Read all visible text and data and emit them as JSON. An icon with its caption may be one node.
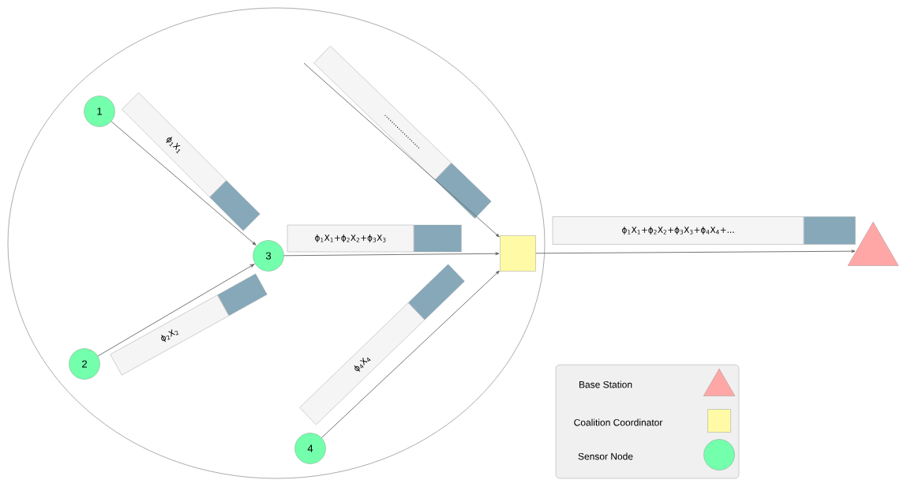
{
  "diagram": {
    "nodes": [
      {
        "text": [],
        "shape": "ellipse"
      },
      {
        "text": [
          "1"
        ],
        "in": 0
      },
      {
        "text": [
          "2"
        ],
        "in": 0
      },
      {
        "text": [
          "3"
        ],
        "in": 0
      },
      {
        "text": [
          "4"
        ],
        "in": 0
      },
      {
        "text": [],
        "shape": "box",
        "in": 0
      },
      {
        "text": [],
        "shape": "triangle"
      },
      {
        "text": [
          "ϕ$_{1}$X$_{1}$"
        ],
        "in": 0
      },
      {
        "text": [
          "ϕ$_{2}$X$_{2}$"
        ],
        "in": 0
      },
      {
        "text": [],
        "shape": "bar",
        "in": 0
      },
      {
        "text": [
          "ϕ$_{1}$X$_{1}$+ϕ$_{2}$X$_{2}$+ϕ$_{3}$X$_{3}$"
        ],
        "in": 0
      },
      {
        "text": [
          "ϕ$_{4}$X$_{4}$"
        ],
        "in": 0
      },
      {
        "text": [
          "ϕ$_{1}$X$_{1}$+ϕ$_{2}$X$_{2}$+ϕ$_{3}$X$_{3}$+ϕ$_{4}$X$_{4}$+..."
        ]
      }
    ],
    "edges": [
      {
        "from": 1,
        "to": 3,
        "arrow": "to"
      },
      {
        "from": 2,
        "to": 3,
        "arrow": "to"
      },
      {
        "from": 3,
        "to": 5,
        "arrow": "to"
      },
      {
        "from": null,
        "to": 5,
        "arrow": "to"
      },
      {
        "from": 4,
        "to": 5,
        "arrow": "to"
      },
      {
        "from": 5,
        "to": 6,
        "arrow": "to"
      }
    ],
    "legend": [
      {
        "text": "Base Station"
      },
      {
        "text": "Coalition Coordinator"
      },
      {
        "text": "Sensor Node"
      }
    ]
  }
}
